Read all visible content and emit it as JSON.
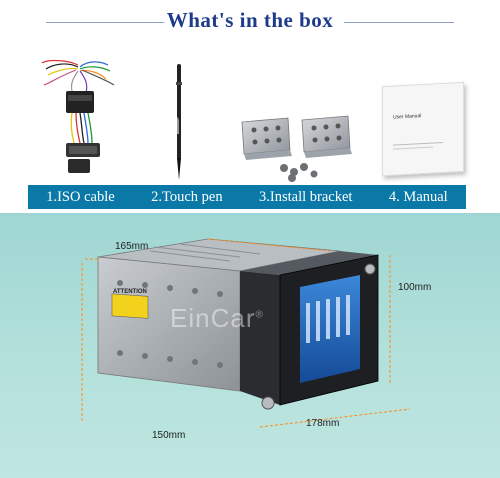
{
  "header": {
    "title": "What's in the box"
  },
  "items": [
    {
      "number_label": "1.ISO cable",
      "icon": "wire-harness-icon"
    },
    {
      "number_label": "2.Touch pen",
      "icon": "stylus-pen-icon"
    },
    {
      "number_label": "3.Install bracket",
      "icon": "bracket-icon"
    },
    {
      "number_label": "4. Manual",
      "icon": "manual-booklet-icon"
    }
  ],
  "manual_cover_text": "User Manual",
  "watermark": "EinCar",
  "watermark_mark": "®",
  "dimensions": {
    "depth": "165mm",
    "height": "100mm",
    "length": "150mm",
    "width": "178mm"
  },
  "device": {
    "warning_label": "ATTENTION"
  },
  "colors": {
    "title": "#1e3a8a",
    "label_bar": "#0a79a8",
    "background_bottom": "#a9dcd8",
    "screen": "#1f5fb8"
  }
}
